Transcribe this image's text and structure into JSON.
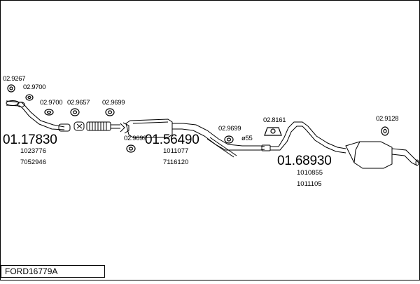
{
  "labels": {
    "p1": "02.9267",
    "p2": "02.9700",
    "p3": "02.9700",
    "p4": "02.9657",
    "p5": "02.9699",
    "p6": "02.9699",
    "p7": "02.9699",
    "p8": "02.8161",
    "p9": "02.9128"
  },
  "sections": {
    "front": {
      "code": "01.17830",
      "refs": [
        "1023776",
        "7052946"
      ]
    },
    "middle": {
      "code": "01.56490",
      "refs": [
        "1011077",
        "7116120"
      ]
    },
    "rear": {
      "code": "01.68930",
      "refs": [
        "1010855",
        "1011105"
      ]
    }
  },
  "diameter": "ø55",
  "footer": {
    "title": "FORD16779A"
  }
}
